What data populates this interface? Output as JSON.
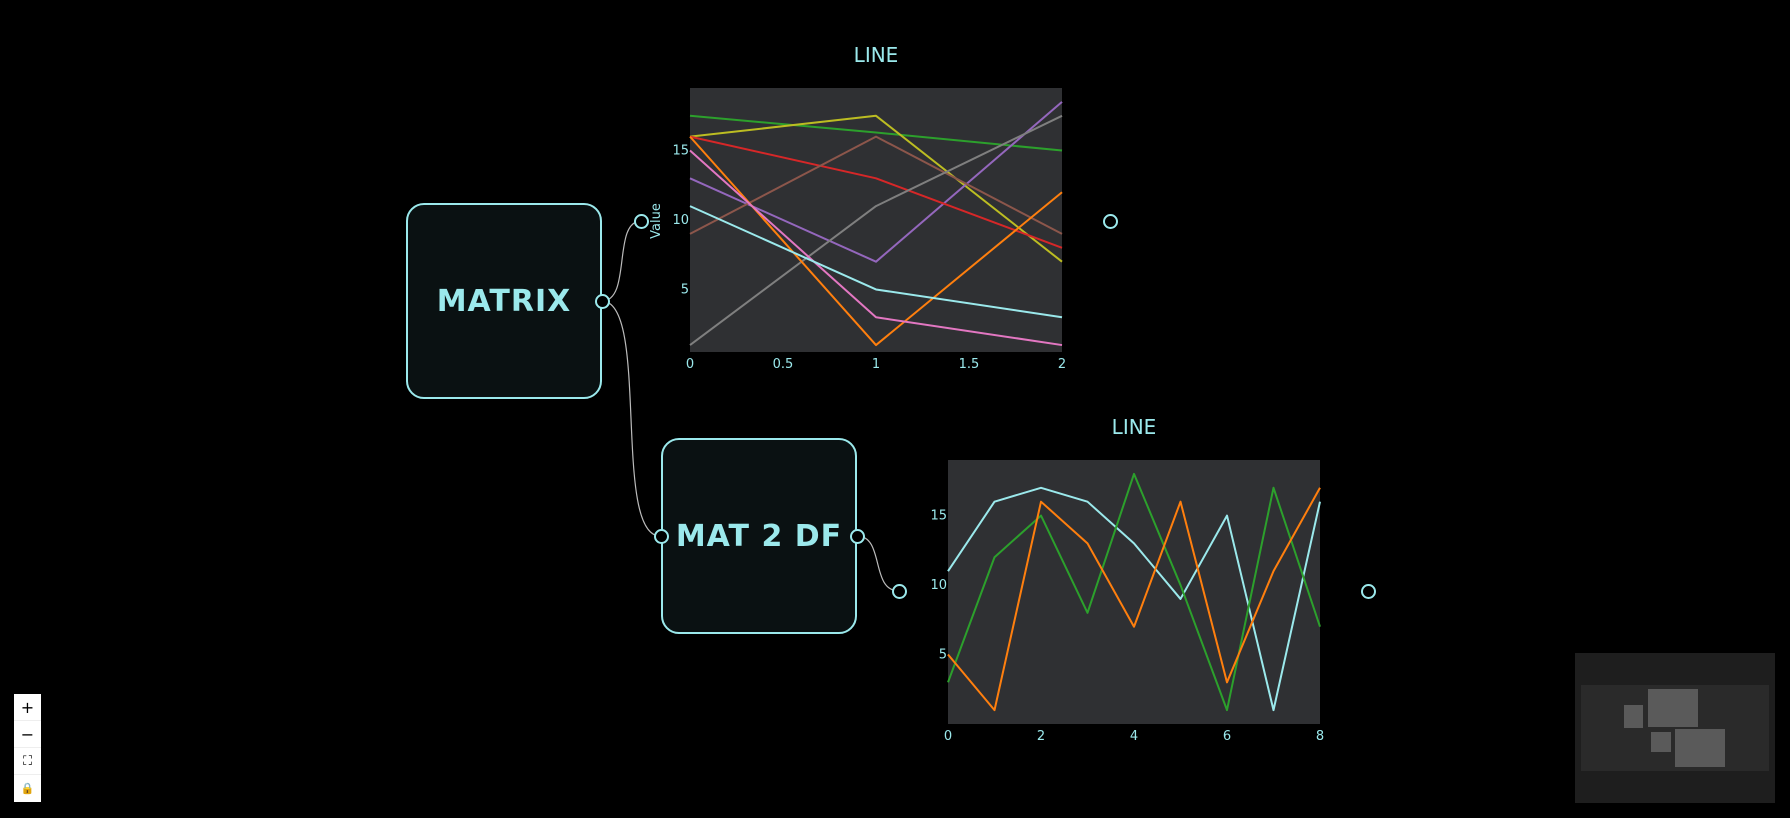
{
  "nodes": [
    {
      "title": "MATRIX"
    },
    {
      "title": "MAT 2 DF"
    }
  ],
  "charts": [
    {
      "title": "LINE",
      "ylabel": "Value"
    },
    {
      "title": "LINE",
      "ylabel": ""
    }
  ],
  "chart_data": [
    {
      "type": "line",
      "title": "LINE",
      "xlabel": "",
      "ylabel": "Value",
      "x": [
        0,
        1,
        2
      ],
      "xlim": [
        0,
        2
      ],
      "ylim": [
        0.5,
        19.5
      ],
      "xticks": [
        0,
        0.5,
        1,
        1.5,
        2
      ],
      "yticks": [
        5,
        10,
        15
      ],
      "grid": false,
      "series": [
        {
          "color": "#2ca02c",
          "values": [
            17.5,
            16.3,
            15
          ]
        },
        {
          "color": "#bcbd22",
          "values": [
            16,
            17.5,
            7
          ]
        },
        {
          "color": "#9467bd",
          "values": [
            13,
            7,
            18.5
          ]
        },
        {
          "color": "#d62728",
          "values": [
            16,
            13,
            8
          ]
        },
        {
          "color": "#8c564b",
          "values": [
            9,
            16,
            9
          ]
        },
        {
          "color": "#7f7f7f",
          "values": [
            1,
            11,
            17.5
          ]
        },
        {
          "color": "#ff7f0e",
          "values": [
            16,
            1,
            12
          ]
        },
        {
          "color": "#e377c2",
          "values": [
            15,
            3,
            1
          ]
        },
        {
          "color": "#9be9ec",
          "values": [
            11,
            5,
            3
          ]
        }
      ]
    },
    {
      "type": "line",
      "title": "LINE",
      "xlabel": "",
      "ylabel": "",
      "x": [
        0,
        1,
        2,
        3,
        4,
        5,
        6,
        7,
        8
      ],
      "xlim": [
        0,
        8
      ],
      "ylim": [
        0,
        19
      ],
      "xticks": [
        0,
        2,
        4,
        6,
        8
      ],
      "yticks": [
        5,
        10,
        15
      ],
      "grid": false,
      "series": [
        {
          "color": "#9be9ec",
          "values": [
            11,
            16,
            17,
            16,
            13,
            9,
            15,
            1,
            16
          ]
        },
        {
          "color": "#2ca02c",
          "values": [
            3,
            12,
            15,
            8,
            18,
            10,
            1,
            17,
            7
          ]
        },
        {
          "color": "#ff7f0e",
          "values": [
            5,
            1,
            16,
            13,
            7,
            16,
            3,
            11,
            17
          ]
        }
      ]
    }
  ],
  "controls": {
    "zoom_in": "+",
    "zoom_out": "−",
    "fit": "⛶",
    "lock": "🔒"
  },
  "icons": [
    "plus-icon",
    "minus-icon",
    "fit-view-icon",
    "lock-icon"
  ]
}
